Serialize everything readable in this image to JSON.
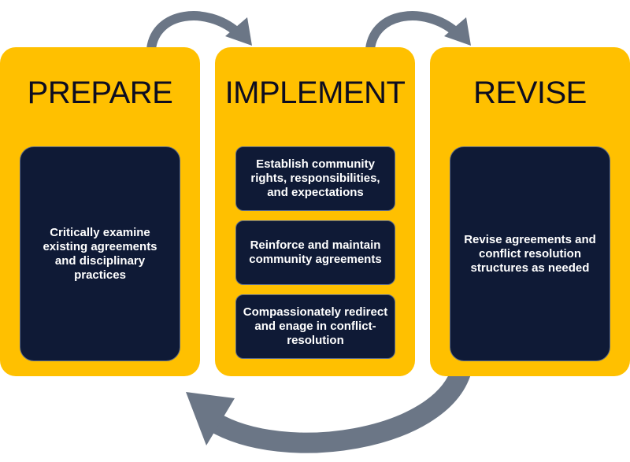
{
  "diagram": {
    "stages": [
      {
        "title": "PREPARE",
        "boxes": [
          "Critically examine existing agreements and disciplinary practices"
        ]
      },
      {
        "title": "IMPLEMENT",
        "boxes": [
          "Establish community rights, responsibilities, and expectations",
          "Reinforce and maintain community agreements",
          "Compassionately redirect and enage in conflict-resolution"
        ]
      },
      {
        "title": "REVISE",
        "boxes": [
          "Revise agreements and conflict resolution structures as needed"
        ]
      }
    ],
    "colors": {
      "stage_fill": "#ffc000",
      "box_fill": "#0f1a36",
      "box_text": "#ffffff",
      "title_text": "#0d0d20",
      "arrow": "#6b7686"
    }
  }
}
